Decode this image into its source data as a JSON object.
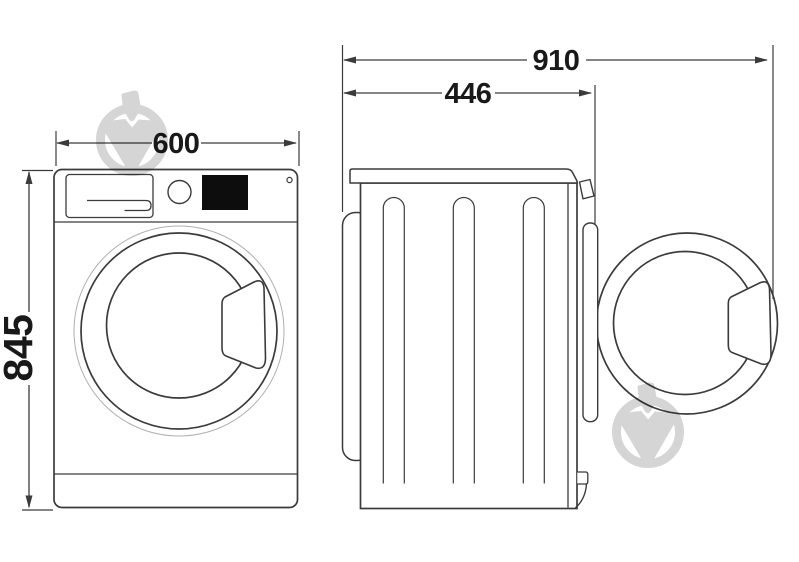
{
  "diagram": {
    "subject": "front-loading washing machine dimension drawing",
    "labels": {
      "width": "600",
      "height": "845",
      "depth_total": "910",
      "depth_body": "446"
    },
    "icons": {
      "watermark": "circle-dart-watermark-icon",
      "arrows": "dimension-arrowhead-icon"
    },
    "colors": {
      "line": "#3b3b3b",
      "light_line": "#b0b0b0",
      "groove_line": "#7a7a7a",
      "display_fill": "#0d0d0d",
      "label_text": "#191919",
      "watermark": "#d2d2d2",
      "background": "#ffffff"
    }
  }
}
